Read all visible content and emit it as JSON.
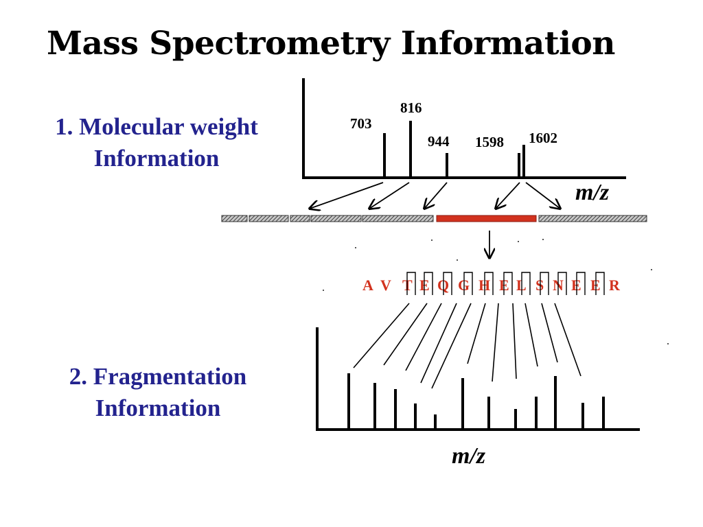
{
  "title": "Mass Spectrometry Information",
  "sections": [
    {
      "line1": "1. Molecular weight",
      "line2": "Information"
    },
    {
      "line1": "2. Fragmentation",
      "line2": "Information"
    }
  ],
  "ms1": {
    "axis_label": "m/z",
    "peaks": [
      {
        "label": "703",
        "height": 65
      },
      {
        "label": "816",
        "height": 83
      },
      {
        "label": "944",
        "height": 36
      },
      {
        "label": "1598",
        "height": 36
      },
      {
        "label": "1602",
        "height": 48
      }
    ]
  },
  "sequence": {
    "letters": [
      "A",
      "V",
      "T",
      "E",
      "Q",
      "G",
      "H",
      "E",
      "L",
      "S",
      "N",
      "E",
      "E",
      "R"
    ]
  },
  "ms2": {
    "axis_label": "m/z",
    "peak_heights": [
      82,
      68,
      59,
      38,
      22,
      75,
      48,
      30,
      48,
      78,
      39,
      48
    ]
  },
  "colors": {
    "title": "#000000",
    "section_label": "#23238e",
    "sequence": "#d2321e",
    "highlight_segment": "#d2321e",
    "segment": "#9a9a9a"
  }
}
